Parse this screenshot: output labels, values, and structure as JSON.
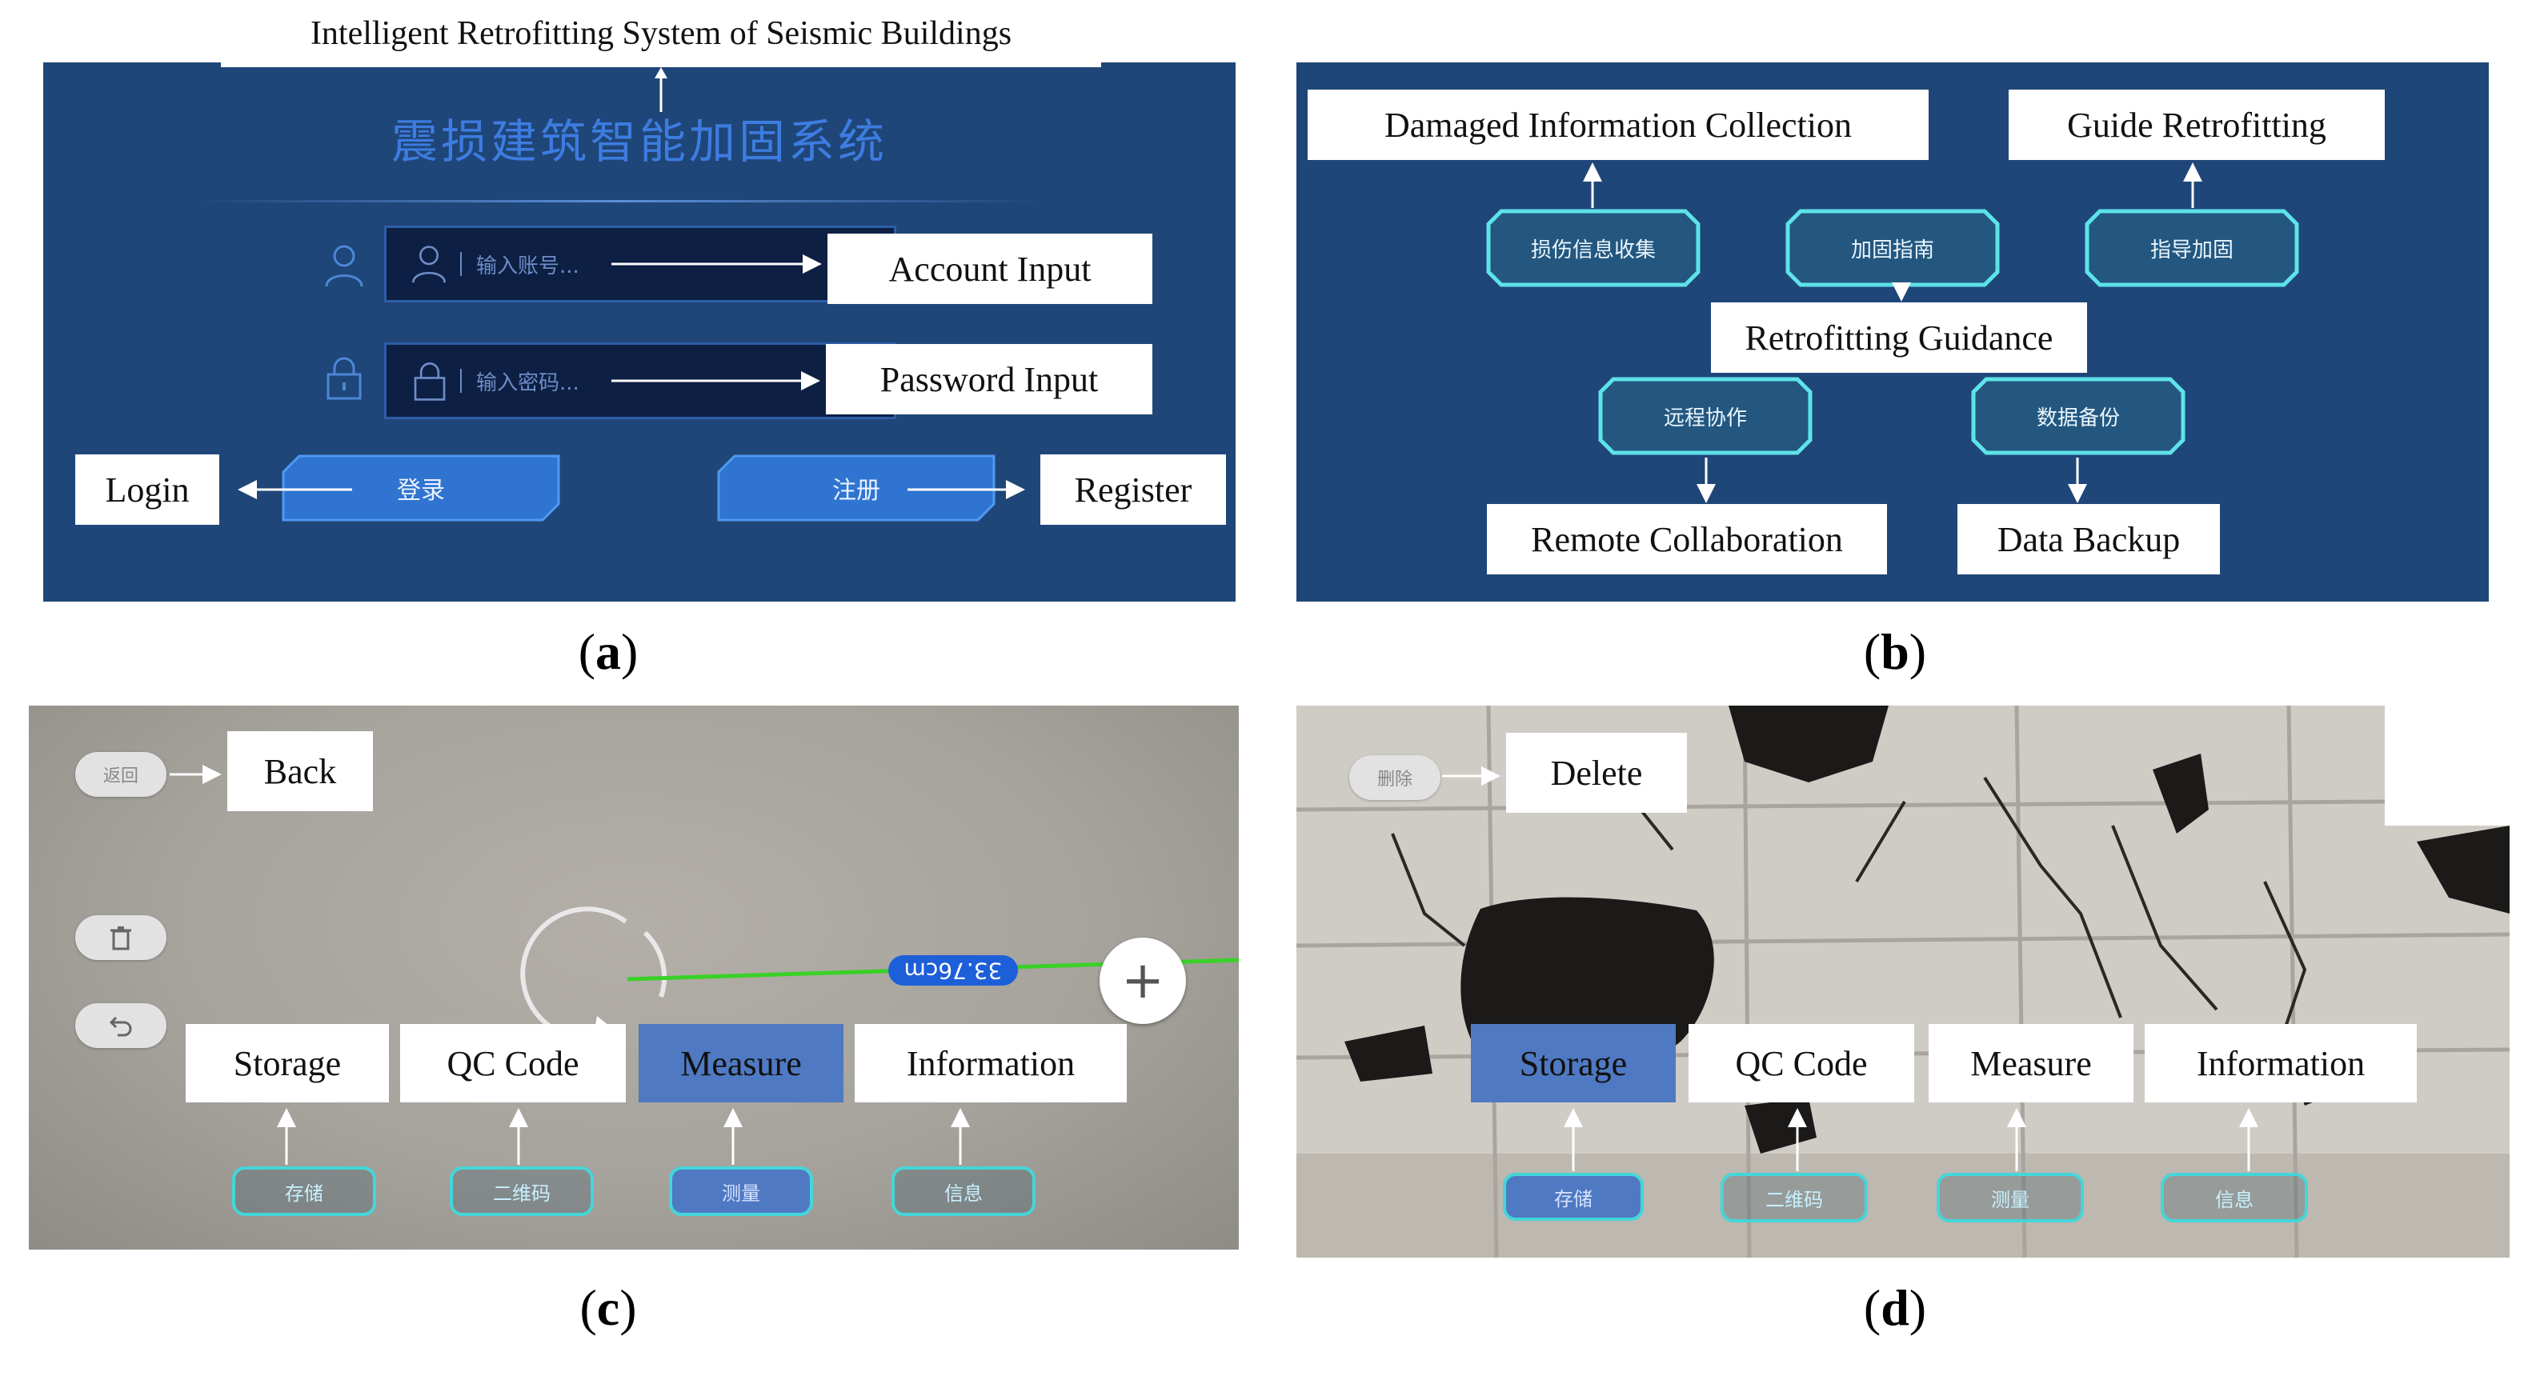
{
  "colors": {
    "navy_panel": "#1f4678",
    "label_bg": "#ffffff",
    "highlight": "#4f79c2",
    "teal": "#44d6d9",
    "title_blue": "#3d7ce0",
    "measure_line": "#39d126",
    "tag_blue": "#1d5fd8"
  },
  "panel_a": {
    "caption": "a",
    "top_label": "Intelligent Retrofitting System of Seismic Buildings",
    "app_title": "震损建筑智能加固系统",
    "account_placeholder": "输入账号...",
    "password_placeholder": "输入密码...",
    "account_label": "Account Input",
    "password_label": "Password Input",
    "login_button": "登录",
    "register_button": "注册",
    "login_label": "Login",
    "register_label": "Register",
    "icons": [
      "user-icon",
      "lock-icon",
      "arrow-icon"
    ]
  },
  "panel_b": {
    "caption": "b",
    "buttons": {
      "collect": "损伤信息收集",
      "guide": "加固指南",
      "retrofit": "指导加固",
      "remote": "远程协作",
      "backup": "数据备份"
    },
    "labels": {
      "collect": "Damaged Information Collection",
      "retrofit": "Guide Retrofitting",
      "guide": "Retrofitting Guidance",
      "remote": "Remote Collaboration",
      "backup": "Data Backup"
    }
  },
  "panel_c": {
    "caption": "c",
    "back_pill": "返回",
    "back_label": "Back",
    "measurement_tag": "33.76cm",
    "plus_symbol": "+",
    "labels": [
      "Storage",
      "QC Code",
      "Measure",
      "Information"
    ],
    "buttons": [
      "存储",
      "二维码",
      "测量",
      "信息"
    ],
    "selected_index": 2,
    "icons": [
      "trash-icon",
      "undo-icon",
      "plus-icon",
      "reticle-icon"
    ]
  },
  "panel_d": {
    "caption": "d",
    "delete_pill": "删除",
    "delete_label": "Delete",
    "labels": [
      "Storage",
      "QC Code",
      "Measure",
      "Information"
    ],
    "buttons": [
      "存储",
      "二维码",
      "测量",
      "信息"
    ],
    "selected_index": 0
  }
}
